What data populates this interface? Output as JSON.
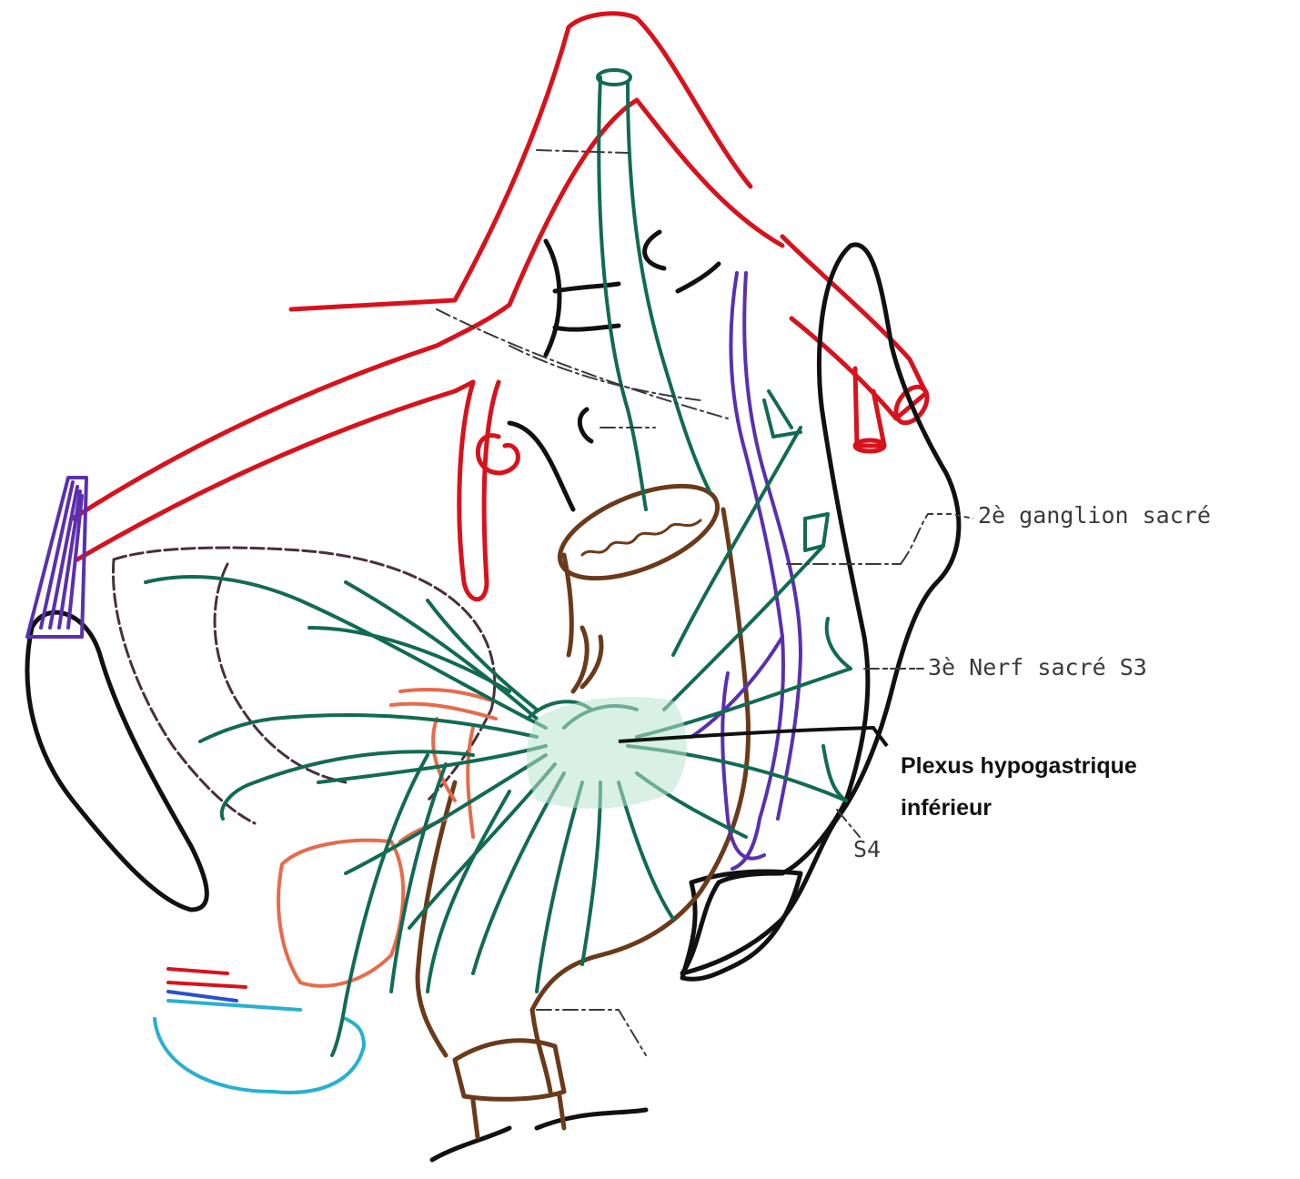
{
  "labels": {
    "ganglion": "2è ganglion sacré",
    "nerf_s3": "3è Nerf sacré S3",
    "plexus_line1": "Plexus hypogastrique",
    "plexus_line2": "inférieur",
    "s4": "S4"
  },
  "colors": {
    "artery": "#d8121c",
    "nerve": "#116b52",
    "bone": "#111111",
    "rectum": "#6b3a1a",
    "ureter_purple": "#5a2fb0",
    "vein_blue": "#27b0d0",
    "vesical_orange": "#e86a4a",
    "plexus_fill": "#b9e3cf",
    "label_text": "#3a3a3a"
  }
}
